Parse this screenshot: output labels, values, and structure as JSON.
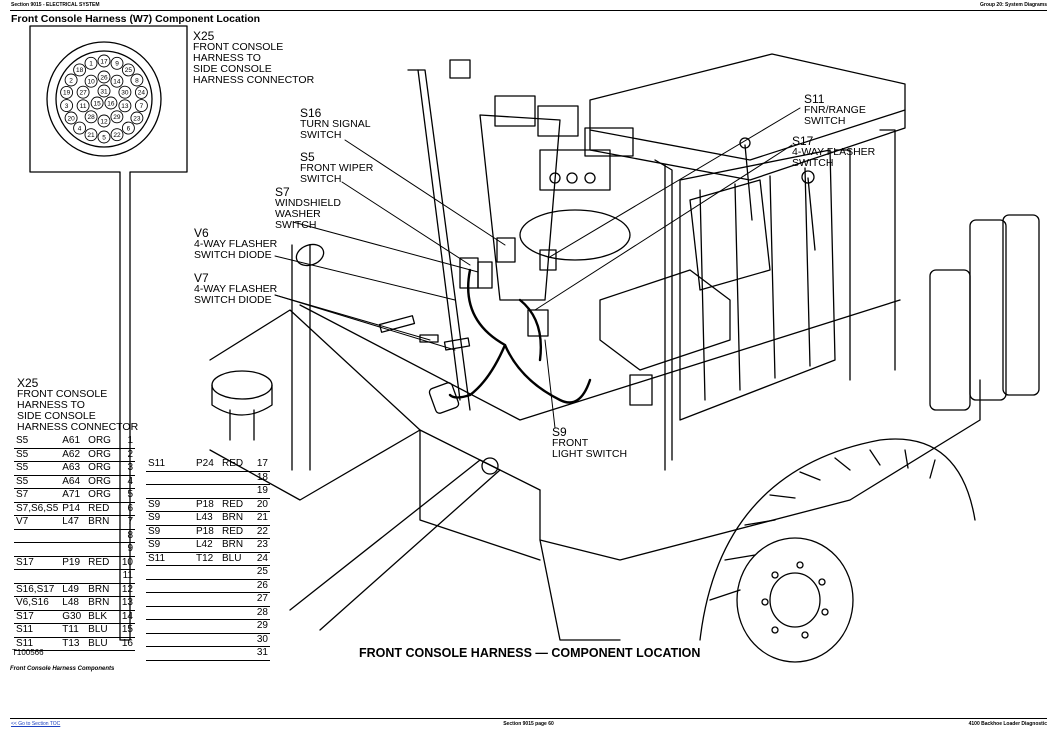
{
  "header": {
    "left": "Section 9015 - ELECTRICAL SYSTEM",
    "right": "Group 20: System Diagrams"
  },
  "page_title": "Front Console Harness (W7) Component Location",
  "connector_callout": {
    "code": "X25",
    "lines": [
      "FRONT CONSOLE",
      "HARNESS TO",
      "SIDE CONSOLE",
      "HARNESS CONNECTOR"
    ]
  },
  "connector_pins": [
    "17",
    "1",
    "18",
    "2",
    "19",
    "3",
    "20",
    "4",
    "21",
    "5",
    "22",
    "6",
    "23",
    "7",
    "24",
    "8",
    "25",
    "9",
    "26",
    "10",
    "27",
    "11",
    "28",
    "12",
    "29",
    "13",
    "30",
    "14",
    "31",
    "15",
    "16"
  ],
  "callouts": {
    "s16": {
      "code": "S16",
      "lines": [
        "TURN SIGNAL",
        "SWITCH"
      ]
    },
    "s5": {
      "code": "S5",
      "lines": [
        "FRONT WIPER",
        "SWITCH"
      ]
    },
    "s7": {
      "code": "S7",
      "lines": [
        "WINDSHIELD",
        "WASHER",
        "SWITCH"
      ]
    },
    "v6": {
      "code": "V6",
      "lines": [
        "4-WAY FLASHER",
        "SWITCH DIODE"
      ]
    },
    "v7": {
      "code": "V7",
      "lines": [
        "4-WAY FLASHER",
        "SWITCH DIODE"
      ]
    },
    "s11": {
      "code": "S11",
      "lines": [
        "FNR/RANGE",
        "SWITCH"
      ]
    },
    "s17": {
      "code": "S17",
      "lines": [
        "4-WAY FLASHER",
        "SWITCH"
      ]
    },
    "s9": {
      "code": "S9",
      "lines": [
        "FRONT",
        "LIGHT SWITCH"
      ]
    }
  },
  "table_heading": {
    "code": "X25",
    "lines": [
      "FRONT CONSOLE",
      "HARNESS TO",
      "SIDE CONSOLE",
      "HARNESS CONNECTOR"
    ]
  },
  "pin_table_left": [
    {
      "comp": "S5",
      "wire": "A61",
      "color": "ORG",
      "pin": "1"
    },
    {
      "comp": "S5",
      "wire": "A62",
      "color": "ORG",
      "pin": "2"
    },
    {
      "comp": "S5",
      "wire": "A63",
      "color": "ORG",
      "pin": "3"
    },
    {
      "comp": "S5",
      "wire": "A64",
      "color": "ORG",
      "pin": "4"
    },
    {
      "comp": "S7",
      "wire": "A71",
      "color": "ORG",
      "pin": "5"
    },
    {
      "comp": "S7,S6,S5",
      "wire": "P14",
      "color": "RED",
      "pin": "6"
    },
    {
      "comp": "V7",
      "wire": "L47",
      "color": "BRN",
      "pin": "7"
    },
    {
      "comp": "",
      "wire": "",
      "color": "",
      "pin": "8"
    },
    {
      "comp": "",
      "wire": "",
      "color": "",
      "pin": "9"
    },
    {
      "comp": "S17",
      "wire": "P19",
      "color": "RED",
      "pin": "10"
    },
    {
      "comp": "",
      "wire": "",
      "color": "",
      "pin": "11"
    },
    {
      "comp": "S16,S17",
      "wire": "L49",
      "color": "BRN",
      "pin": "12"
    },
    {
      "comp": "V6,S16",
      "wire": "L48",
      "color": "BRN",
      "pin": "13"
    },
    {
      "comp": "S17",
      "wire": "G30",
      "color": "BLK",
      "pin": "14"
    },
    {
      "comp": "S11",
      "wire": "T11",
      "color": "BLU",
      "pin": "15"
    },
    {
      "comp": "S11",
      "wire": "T13",
      "color": "BLU",
      "pin": "16"
    }
  ],
  "pin_table_right": [
    {
      "comp": "S11",
      "wire": "P24",
      "color": "RED",
      "pin": "17"
    },
    {
      "comp": "",
      "wire": "",
      "color": "",
      "pin": "18"
    },
    {
      "comp": "",
      "wire": "",
      "color": "",
      "pin": "19"
    },
    {
      "comp": "S9",
      "wire": "P18",
      "color": "RED",
      "pin": "20"
    },
    {
      "comp": "S9",
      "wire": "L43",
      "color": "BRN",
      "pin": "21"
    },
    {
      "comp": "S9",
      "wire": "P18",
      "color": "RED",
      "pin": "22"
    },
    {
      "comp": "S9",
      "wire": "L42",
      "color": "BRN",
      "pin": "23"
    },
    {
      "comp": "S11",
      "wire": "T12",
      "color": "BLU",
      "pin": "24"
    },
    {
      "comp": "",
      "wire": "",
      "color": "",
      "pin": "25"
    },
    {
      "comp": "",
      "wire": "",
      "color": "",
      "pin": "26"
    },
    {
      "comp": "",
      "wire": "",
      "color": "",
      "pin": "27"
    },
    {
      "comp": "",
      "wire": "",
      "color": "",
      "pin": "28"
    },
    {
      "comp": "",
      "wire": "",
      "color": "",
      "pin": "29"
    },
    {
      "comp": "",
      "wire": "",
      "color": "",
      "pin": "30"
    },
    {
      "comp": "",
      "wire": "",
      "color": "",
      "pin": "31"
    }
  ],
  "figure_id": "T100566",
  "figure_caption": "Front Console Harness Components",
  "diagram_caption": "FRONT CONSOLE HARNESS — COMPONENT LOCATION",
  "footer": {
    "link": "<< Go to Section TOC",
    "center": "Section 9015 page 60",
    "right": "4100 Backhoe Loader Diagnostic"
  }
}
